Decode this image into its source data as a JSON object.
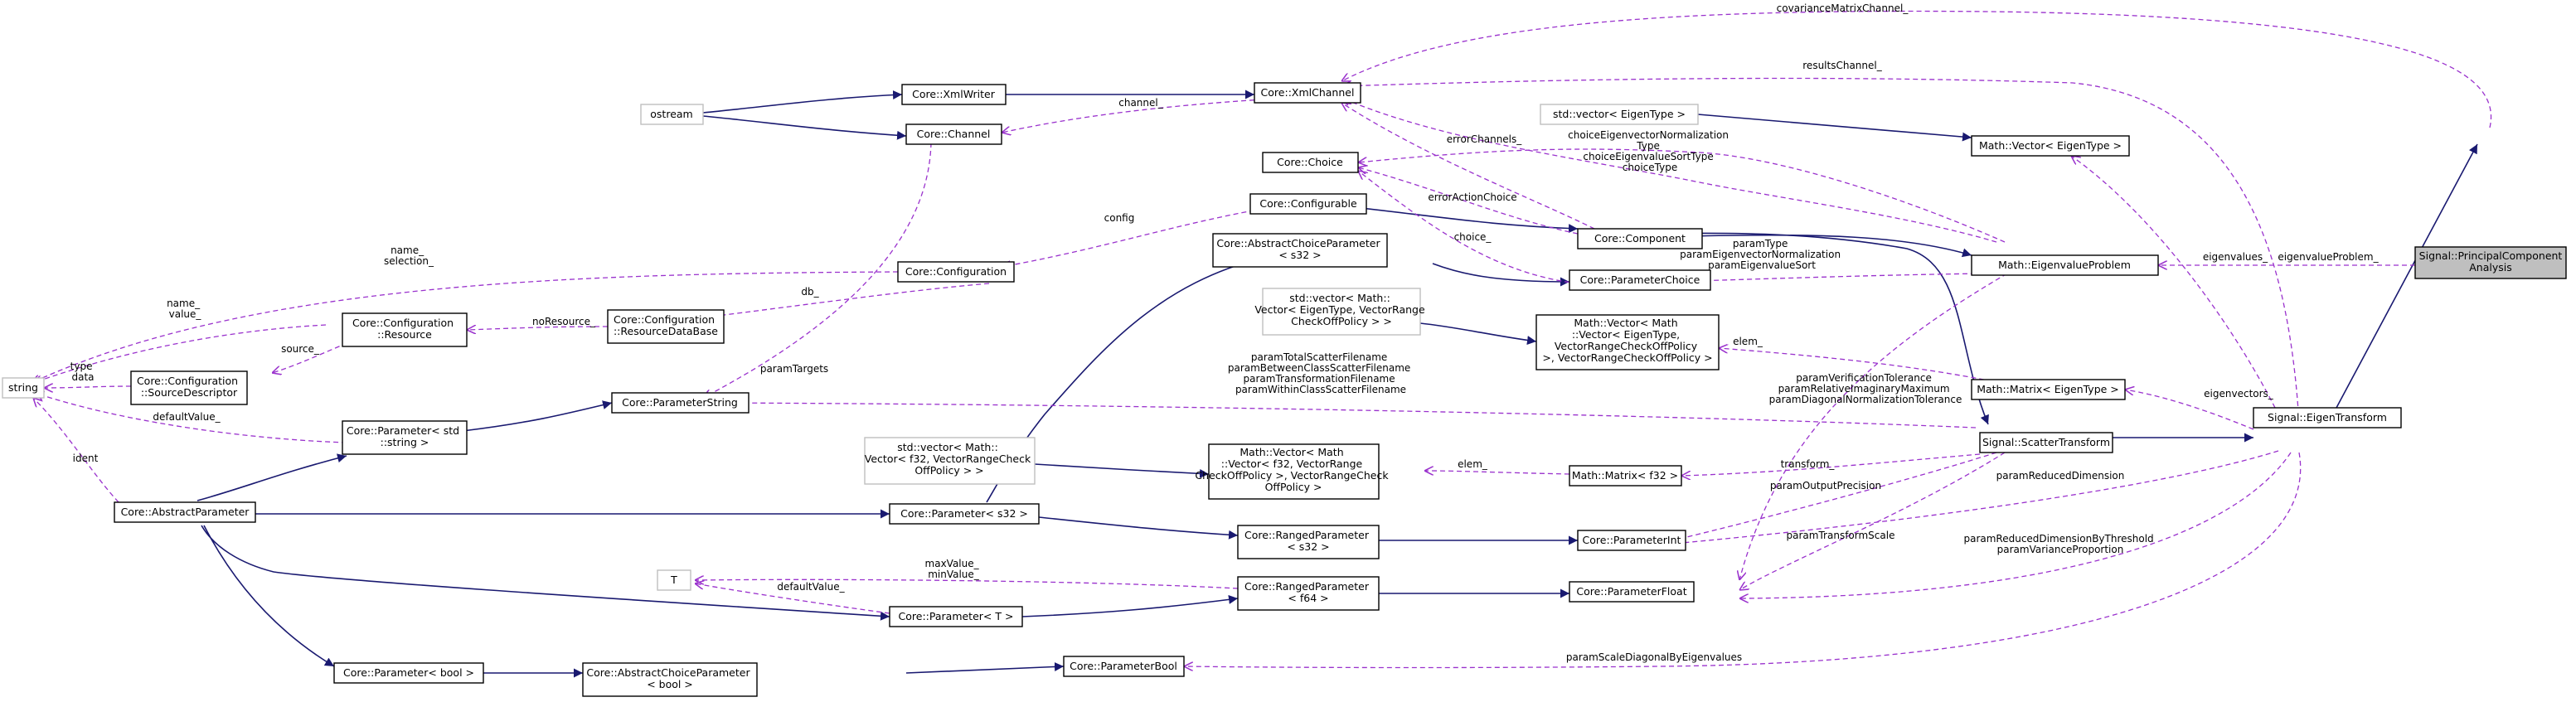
{
  "colors": {
    "inherit_edge": "#191970",
    "use_edge": "#9a32cd",
    "focus_fill": "#bfbfbf",
    "external_border": "#bfbfbf"
  },
  "nodes": {
    "pca": [
      "Signal::PrincipalComponent",
      "Analysis"
    ],
    "eigen_transform": [
      "Signal::EigenTransform"
    ],
    "scatter_transform": [
      "Signal::ScatterTransform"
    ],
    "eigenvalue_problem": [
      "Math::EigenvalueProblem"
    ],
    "math_vector_eigen": [
      "Math::Vector< EigenType >"
    ],
    "std_vector_eigen": [
      "std::vector< EigenType >"
    ],
    "math_matrix_eigen": [
      "Math::Matrix< EigenType >"
    ],
    "math_matrix_f32": [
      "Math::Matrix< f32 >"
    ],
    "math_vector_math_vector_eigen": [
      "Math::Vector< Math",
      "::Vector< EigenType,",
      "VectorRangeCheckOffPolicy",
      ">, VectorRangeCheckOffPolicy >"
    ],
    "std_vector_math_vector_eigen": [
      "std::vector< Math::",
      "Vector< EigenType, VectorRange",
      "CheckOffPolicy > >"
    ],
    "math_vector_math_vector_f32": [
      "Math::Vector< Math",
      "::Vector< f32, VectorRange",
      "CheckOffPolicy >, VectorRangeCheck",
      "OffPolicy >"
    ],
    "std_vector_math_vector_f32": [
      "std::vector< Math::",
      "Vector< f32, VectorRangeCheck",
      "OffPolicy > >"
    ],
    "xml_channel": [
      "Core::XmlChannel"
    ],
    "xml_writer": [
      "Core::XmlWriter"
    ],
    "channel": [
      "Core::Channel"
    ],
    "ostream": [
      "ostream"
    ],
    "choice": [
      "Core::Choice"
    ],
    "configurable": [
      "Core::Configurable"
    ],
    "component": [
      "Core::Component"
    ],
    "parameter_choice": [
      "Core::ParameterChoice"
    ],
    "abstract_choice_s32": [
      "Core::AbstractChoiceParameter",
      "< s32 >"
    ],
    "configuration": [
      "Core::Configuration"
    ],
    "resource_database": [
      "Core::Configuration",
      "::ResourceDataBase"
    ],
    "resource": [
      "Core::Configuration",
      "::Resource"
    ],
    "source_descriptor": [
      "Core::Configuration",
      "::SourceDescriptor"
    ],
    "string": [
      "string"
    ],
    "parameter_string": [
      "Core::ParameterString"
    ],
    "parameter_std_string": [
      "Core::Parameter< std",
      "::string >"
    ],
    "abstract_parameter": [
      "Core::AbstractParameter"
    ],
    "parameter_s32": [
      "Core::Parameter< s32 >"
    ],
    "ranged_s32": [
      "Core::RangedParameter",
      "< s32 >"
    ],
    "parameter_int": [
      "Core::ParameterInt"
    ],
    "t": [
      "T"
    ],
    "parameter_t": [
      "Core::Parameter< T >"
    ],
    "ranged_f64": [
      "Core::RangedParameter",
      "< f64 >"
    ],
    "parameter_float": [
      "Core::ParameterFloat"
    ],
    "parameter_bool_tmpl": [
      "Core::Parameter< bool >"
    ],
    "abstract_choice_bool": [
      "Core::AbstractChoiceParameter",
      "< bool >"
    ],
    "parameter_bool": [
      "Core::ParameterBool"
    ]
  },
  "edge_labels": {
    "covariance": [
      "covarianceMatrixChannel_"
    ],
    "results": [
      "resultsChannel_"
    ],
    "channel": [
      "channel_"
    ],
    "error_channels": [
      "errorChannels_"
    ],
    "choice_types": [
      "choiceEigenvectorNormalization",
      "Type",
      "choiceEigenvalueSortType",
      "choiceType"
    ],
    "error_action": [
      "errorActionChoice"
    ],
    "config": [
      "config"
    ],
    "choice_": [
      "choice_"
    ],
    "param_type": [
      "paramType",
      "paramEigenvectorNormalization",
      "paramEigenvalueSort"
    ],
    "name_selection": [
      "name_",
      "selection_"
    ],
    "db": [
      "db_"
    ],
    "name_value": [
      "name_",
      "value_"
    ],
    "no_resource": [
      "noResource_"
    ],
    "param_targets": [
      "paramTargets"
    ],
    "source": [
      "source_"
    ],
    "type_data": [
      "type",
      "data"
    ],
    "eigenvalues": [
      "eigenvalues_"
    ],
    "eigenvalue_problem": [
      "eigenvalueProblem_"
    ],
    "elem_a": [
      "elem_"
    ],
    "filenames": [
      "paramTotalScatterFilename",
      "paramBetweenClassScatterFilename",
      "paramTransformationFilename",
      "paramWithinClassScatterFilename"
    ],
    "tolerances": [
      "paramVerificationTolerance",
      "paramRelativeImaginaryMaximum",
      "paramDiagonalNormalizationTolerance"
    ],
    "eigenvectors": [
      "eigenvectors_"
    ],
    "default_value": [
      "defaultValue_"
    ],
    "ident": [
      "ident"
    ],
    "elem_b": [
      "elem_"
    ],
    "transform": [
      "transform_"
    ],
    "output_precision": [
      "paramOutputPrecision"
    ],
    "reduced_dimension": [
      "paramReducedDimension"
    ],
    "transform_scale": [
      "paramTransformScale"
    ],
    "by_threshold": [
      "paramReducedDimensionByThreshold",
      "paramVarianceProportion"
    ],
    "max_min": [
      "maxValue_",
      "minValue_"
    ],
    "default_value_t": [
      "defaultValue_"
    ],
    "scale_diag": [
      "paramScaleDiagonalByEigenvalues"
    ]
  }
}
